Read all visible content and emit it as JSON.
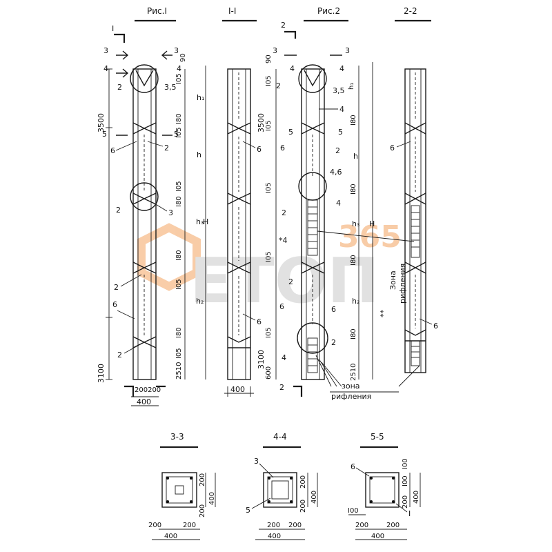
{
  "titles": {
    "fig1": "Рис.I",
    "sec_1_1": "I-I",
    "fig2": "Рис.2",
    "sec_2_2": "2-2",
    "sec_3_3": "3-3",
    "sec_4_4": "4-4",
    "sec_5_5": "5-5"
  },
  "dims": {
    "d3500": "3500",
    "d3100": "3100",
    "d2510": "2510",
    "d180": "I80",
    "d105": "I05",
    "d90": "90",
    "d400": "400",
    "d200": "200",
    "d100": "I00",
    "d600": "600",
    "d200200": "200200"
  },
  "heights": {
    "h1": "h₁",
    "h": "h",
    "h3": "h₃",
    "H": "H",
    "h2": "h₂"
  },
  "marks": {
    "m1": "I",
    "m2": "2",
    "m3": "3",
    "m4": "4",
    "m5": "5",
    "m6": "6",
    "m35": "3,5",
    "m46": "4,6",
    "star4": "*4",
    "star": "**"
  },
  "notes": {
    "zone": "зона",
    "rifling": "рифления",
    "zone_rot": "Зона",
    "rifling_rot": "рифления"
  },
  "watermark": {
    "brand": "ETOП",
    "num": "365",
    "color_orange": "#f4a460",
    "color_gray": "#c9c9c9"
  }
}
